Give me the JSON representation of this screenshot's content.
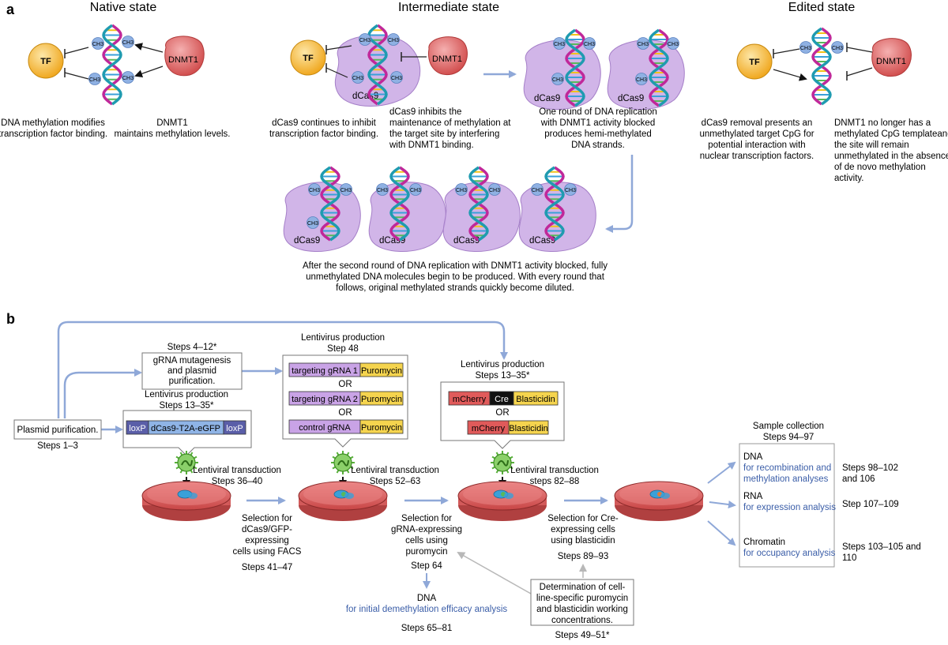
{
  "colors": {
    "arrow_blue": "#8fa8d8",
    "label_blue": "#3b5ea8",
    "tf_fill": "#f5b731",
    "dnmt1_fill": "#e06262",
    "dcas9_fill": "#c9a8e4",
    "methyl_fill": "#8fb1e3",
    "dish_fill": "#e06666",
    "virus_green": "#58b03a",
    "purple_box": "#c9a3e6",
    "yellow_box": "#f5d44e",
    "loxp_dark": "#5a5ea8",
    "dcas_blue": "#8fb4e6",
    "mcherry_red": "#e05a5a"
  },
  "panel_a": {
    "label": "a",
    "native": {
      "title": "Native state",
      "tf": "TF",
      "dnmt1": "DNMT1",
      "ch3": "CH3",
      "caption_left": [
        "DNA methylation modifies",
        "transcription factor binding."
      ],
      "caption_right": [
        "DNMT1",
        "maintains methylation levels."
      ]
    },
    "intermediate": {
      "title": "Intermediate state",
      "tf": "TF",
      "dnmt1": "DNMT1",
      "dcas9": "dCas9",
      "caption_1": [
        "dCas9 continues to inhibit",
        "transcription factor binding."
      ],
      "caption_2": [
        "dCas9 inhibits the",
        "maintenance of methylation at",
        "the target site by interfering",
        "with DNMT1 binding."
      ],
      "caption_3": [
        "One round of DNA replication",
        "with DNMT1 activity blocked",
        "produces hemi-methylated",
        "DNA strands."
      ],
      "caption_bottom": [
        "After the second round of DNA replication with DNMT1 activity blocked, fully",
        "unmethylated DNA molecules begin to be produced. With every round that",
        "follows, original methylated strands quickly become diluted."
      ]
    },
    "edited": {
      "title": "Edited state",
      "tf": "TF",
      "dnmt1": "DNMT1",
      "caption_left": [
        "dCas9 removal presents an",
        "unmethylated target CpG for",
        "potential interaction with",
        "nuclear transcription factors."
      ],
      "caption_right": [
        "DNMT1 no longer has a",
        "methylated CpG templateand",
        "the site will remain",
        "unmethylated in the absence",
        "of de novo methylation",
        "activity."
      ]
    }
  },
  "panel_b": {
    "label": "b",
    "plasmid": {
      "label": "Plasmid purification.",
      "steps": "Steps 1–3"
    },
    "grna_mutagenesis": {
      "steps": "Steps 4–12*",
      "label": [
        "gRNA mutagenesis",
        "and plasmid",
        "purification."
      ]
    },
    "lenti1": {
      "title": [
        "Lentivirus production",
        "Steps 13–35*"
      ],
      "loxp_left": "loxP",
      "construct": "dCas9-T2A-eGFP",
      "loxp_right": "loxP"
    },
    "lenti2": {
      "title": [
        "Lentivirus production",
        "Step 48"
      ],
      "rows": [
        {
          "left": "targeting gRNA 1",
          "right": "Puromycin"
        },
        {
          "left": "targeting gRNA 2",
          "right": "Puromycin"
        },
        {
          "left": "control gRNA",
          "right": "Puromycin"
        }
      ],
      "or": "OR"
    },
    "lenti3": {
      "title": [
        "Lentivirus production",
        "Steps 13–35*"
      ],
      "row1": {
        "mcherry": "mCherry",
        "cre": "Cre",
        "resist": "Blasticidin"
      },
      "row2": {
        "mcherry": "mCherry",
        "resist": "Blasticidin"
      },
      "or": "OR"
    },
    "transduction1": [
      "Lentiviral transduction",
      "Steps 36–40"
    ],
    "transduction2": [
      "Lentiviral transduction",
      "Steps 52–63"
    ],
    "transduction3": [
      "Lentiviral transduction",
      "steps 82–88"
    ],
    "selection1": [
      "Selection for",
      "dCas9/GFP-",
      "expressing",
      "cells using FACS",
      "Steps 41–47"
    ],
    "selection2": [
      "Selection for",
      "gRNA-expressing",
      "cells using",
      "puromycin",
      "Step 64"
    ],
    "selection3": [
      "Selection for Cre-",
      "expressing cells",
      "using blasticidin",
      "",
      "Steps 89–93"
    ],
    "dna_initial": {
      "title": "DNA",
      "desc": "for initial demethylation efficacy analysis",
      "steps": "Steps 65–81"
    },
    "determination": {
      "label": [
        "Determination of cell-",
        "line-specific puromycin",
        "and blasticidin working",
        "concentrations."
      ],
      "steps": "Steps 49–51*"
    },
    "sample": {
      "title": [
        "Sample collection",
        "Steps 94–97"
      ],
      "items": [
        {
          "name": "DNA",
          "desc": [
            "for recombination and",
            "methylation analyses"
          ],
          "steps": [
            "Steps 98–102",
            "and 106"
          ]
        },
        {
          "name": "RNA",
          "desc": [
            "for expression analysis"
          ],
          "steps": [
            "Step 107–109"
          ]
        },
        {
          "name": "Chromatin",
          "desc": [
            "for occupancy analysis"
          ],
          "steps": [
            "Steps 103–105 and",
            "110"
          ]
        }
      ]
    }
  }
}
